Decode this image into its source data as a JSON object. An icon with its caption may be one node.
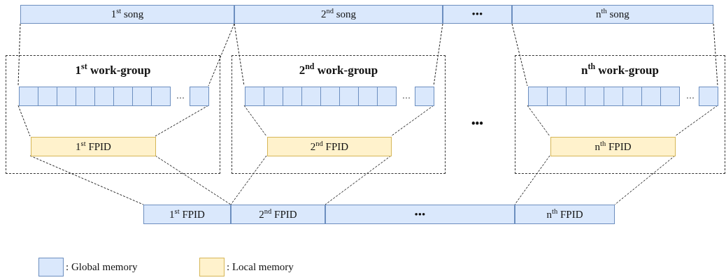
{
  "diagram": {
    "nodes": [
      {
        "text": [
          "1$^{st}$ song"
        ]
      },
      {
        "text": [
          "2$^{nd}$ song"
        ]
      },
      {
        "text": [
          "•••"
        ]
      },
      {
        "text": [
          "n$^{th}$ song"
        ]
      },
      {
        "text": [
          "1$^{st}$ work-group"
        ]
      },
      {
        "text": [],
        "shape": "box",
        "in": 4
      },
      {
        "text": [],
        "shape": "box",
        "in": 4
      },
      {
        "text": [],
        "shape": "box",
        "in": 4
      },
      {
        "text": [],
        "shape": "box",
        "in": 4
      },
      {
        "text": [],
        "shape": "box",
        "in": 4
      },
      {
        "text": [],
        "shape": "box",
        "in": 4
      },
      {
        "text": [],
        "shape": "box",
        "in": 4
      },
      {
        "text": [],
        "shape": "box",
        "in": 4
      },
      {
        "text": [],
        "shape": "box",
        "in": 4
      },
      {
        "text": [
          "1$^{st}$ FPID"
        ],
        "in": 4
      },
      {
        "text": [
          "2$^{nd}$ work-group"
        ]
      },
      {
        "text": [],
        "shape": "box",
        "in": 15
      },
      {
        "text": [],
        "shape": "box",
        "in": 15
      },
      {
        "text": [],
        "shape": "box",
        "in": 15
      },
      {
        "text": [],
        "shape": "box",
        "in": 15
      },
      {
        "text": [],
        "shape": "box",
        "in": 15
      },
      {
        "text": [],
        "shape": "box",
        "in": 15
      },
      {
        "text": [],
        "shape": "box",
        "in": 15
      },
      {
        "text": [],
        "shape": "box",
        "in": 15
      },
      {
        "text": [],
        "shape": "box",
        "in": 15
      },
      {
        "text": [
          "2$^{nd}$ FPID"
        ],
        "in": 15
      },
      {
        "text": [
          "n$^{th}$ work-group"
        ]
      },
      {
        "text": [],
        "shape": "box",
        "in": 26
      },
      {
        "text": [],
        "shape": "box",
        "in": 26
      },
      {
        "text": [],
        "shape": "box",
        "in": 26
      },
      {
        "text": [],
        "shape": "box",
        "in": 26
      },
      {
        "text": [],
        "shape": "box",
        "in": 26
      },
      {
        "text": [],
        "shape": "box",
        "in": 26
      },
      {
        "text": [],
        "shape": "box",
        "in": 26
      },
      {
        "text": [],
        "shape": "box",
        "in": 26
      },
      {
        "text": [],
        "shape": "box",
        "in": 26
      },
      {
        "text": [
          "n$^{th}$ FPID"
        ],
        "in": 26
      },
      {
        "text": [
          "1$^{st}$ FPID"
        ]
      },
      {
        "text": [
          "2$^{nd}$ FPID"
        ]
      },
      {
        "text": [
          "•••"
        ]
      },
      {
        "text": [
          "n$^{th}$ FPID"
        ]
      }
    ],
    "edges": [
      {
        "from": 0,
        "to": 5,
        "arrow": "none",
        "style": "dashed"
      },
      {
        "from": 0,
        "to": 13,
        "arrow": "none",
        "style": "dashed"
      },
      {
        "from": 1,
        "to": 16,
        "arrow": "none",
        "style": "dashed"
      },
      {
        "from": 1,
        "to": 24,
        "arrow": "none",
        "style": "dashed"
      },
      {
        "from": 3,
        "to": 27,
        "arrow": "none",
        "style": "dashed"
      },
      {
        "from": 3,
        "to": 35,
        "arrow": "none",
        "style": "dashed"
      },
      {
        "from": 5,
        "to": 14,
        "arrow": "none",
        "style": "dashed"
      },
      {
        "from": 13,
        "to": 14,
        "arrow": "none",
        "style": "dashed"
      },
      {
        "from": 16,
        "to": 25,
        "arrow": "none",
        "style": "dashed"
      },
      {
        "from": 24,
        "to": 25,
        "arrow": "none",
        "style": "dashed"
      },
      {
        "from": 27,
        "to": 36,
        "arrow": "none",
        "style": "dashed"
      },
      {
        "from": 35,
        "to": 36,
        "arrow": "none",
        "style": "dashed"
      },
      {
        "from": 14,
        "to": 37,
        "arrow": "none",
        "style": "dashed"
      },
      {
        "from": 14,
        "to": 37,
        "arrow": "none",
        "style": "dashed"
      },
      {
        "from": 25,
        "to": 38,
        "arrow": "none",
        "style": "dashed"
      },
      {
        "from": 25,
        "to": 38,
        "arrow": "none",
        "style": "dashed"
      },
      {
        "from": 36,
        "to": 40,
        "arrow": "none",
        "style": "dashed"
      },
      {
        "from": 36,
        "to": 40,
        "arrow": "none",
        "style": "dashed"
      }
    ],
    "labels": [
      "…",
      "…",
      "…",
      "•••"
    ],
    "legend": [
      {
        "text": ": Global memory",
        "color": "#dae8fc"
      },
      {
        "text": ": Local memory",
        "color": "#fff2cc"
      }
    ]
  }
}
